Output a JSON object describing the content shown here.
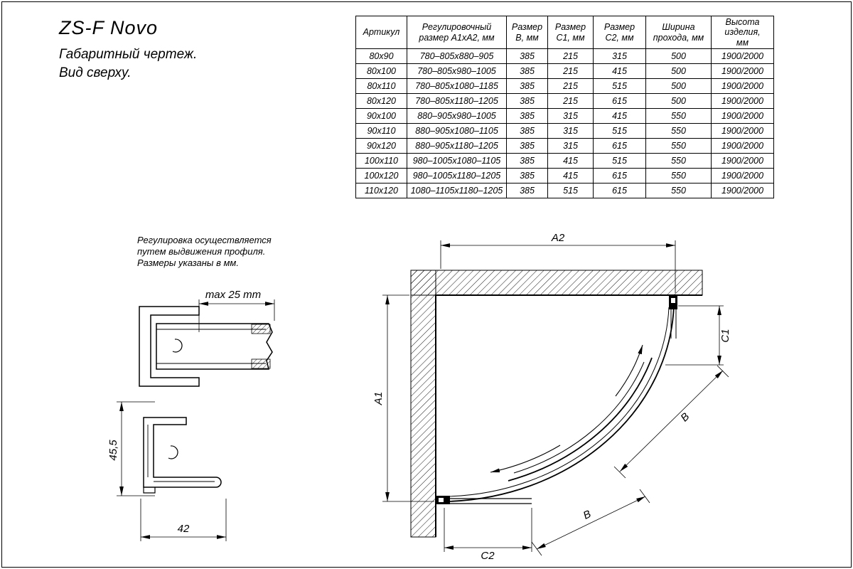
{
  "page": {
    "title": "ZS-F Novo",
    "subtitle1": "Габаритный чертеж.",
    "subtitle2": "Вид сверху."
  },
  "note": {
    "line1": "Регулировка осуществляется",
    "line2": "путем выдвижения профиля.",
    "line3": "Размеры указаны в мм."
  },
  "table": {
    "headers": [
      "Артикул",
      "Регулировочный\nразмер A1xA2, мм",
      "Размер\nB, мм",
      "Размер\nC1, мм",
      "Размер\nC2, мм",
      "Ширина\nпрохода, мм",
      "Высота\nизделия,\nмм"
    ],
    "rows": [
      [
        "80x90",
        "780–805x880–905",
        "385",
        "215",
        "315",
        "500",
        "1900/2000"
      ],
      [
        "80x100",
        "780–805x980–1005",
        "385",
        "215",
        "415",
        "500",
        "1900/2000"
      ],
      [
        "80x110",
        "780–805x1080–1185",
        "385",
        "215",
        "515",
        "500",
        "1900/2000"
      ],
      [
        "80x120",
        "780–805x1180–1205",
        "385",
        "215",
        "615",
        "500",
        "1900/2000"
      ],
      [
        "90x100",
        "880–905x980–1005",
        "385",
        "315",
        "415",
        "550",
        "1900/2000"
      ],
      [
        "90x110",
        "880–905x1080–1105",
        "385",
        "315",
        "515",
        "550",
        "1900/2000"
      ],
      [
        "90x120",
        "880–905x1180–1205",
        "385",
        "315",
        "615",
        "550",
        "1900/2000"
      ],
      [
        "100x110",
        "980–1005x1080–1105",
        "385",
        "415",
        "515",
        "550",
        "1900/2000"
      ],
      [
        "100x120",
        "980–1005x1180–1205",
        "385",
        "415",
        "615",
        "550",
        "1900/2000"
      ],
      [
        "110x120",
        "1080–1105x1180–1205",
        "385",
        "515",
        "615",
        "550",
        "1900/2000"
      ]
    ]
  },
  "drawing": {
    "dim_a1": "A1",
    "dim_a2": "A2",
    "dim_b": "B",
    "dim_c1": "C1",
    "dim_c2": "C2"
  },
  "profiles": {
    "dim_max": "max 25 mm",
    "dim_height": "45,5",
    "dim_width": "42"
  },
  "colors": {
    "line": "#000000",
    "background": "#ffffff"
  }
}
